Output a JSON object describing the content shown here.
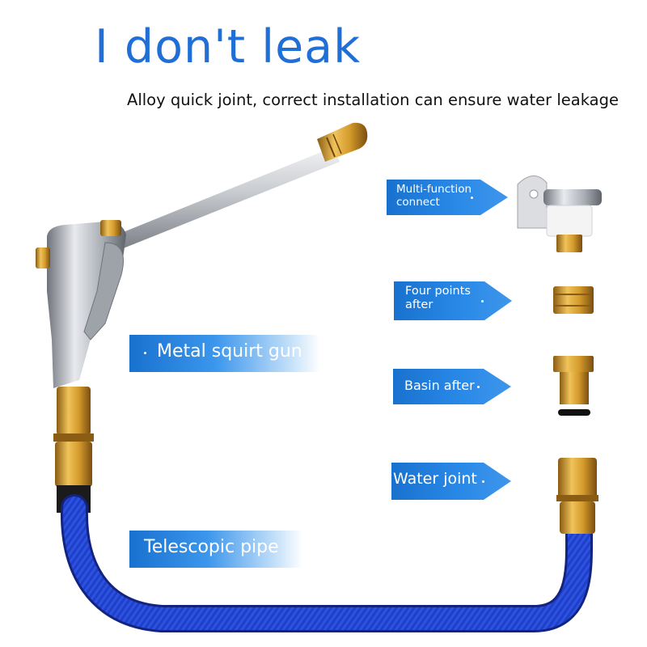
{
  "heading": {
    "title": "I don't leak",
    "subtitle": "Alloy quick joint, correct installation can ensure water leakage"
  },
  "callouts": {
    "multi_function": {
      "line1": "Multi-function",
      "line2": "connect"
    },
    "four_points": {
      "line1": "Four points",
      "line2": "after"
    },
    "basin": {
      "label": "Basin after"
    },
    "water_joint": {
      "label": "Water joint"
    },
    "metal_gun": {
      "label": "Metal squirt gun"
    },
    "telescopic": {
      "label": "Telescopic pipe"
    }
  },
  "colors": {
    "title_blue": "#1f6fd6",
    "callout_blue": "#1971cf",
    "brass": "#c9962f",
    "hose_blue": "#1f3fc8",
    "metal": "#b9bcc2"
  }
}
